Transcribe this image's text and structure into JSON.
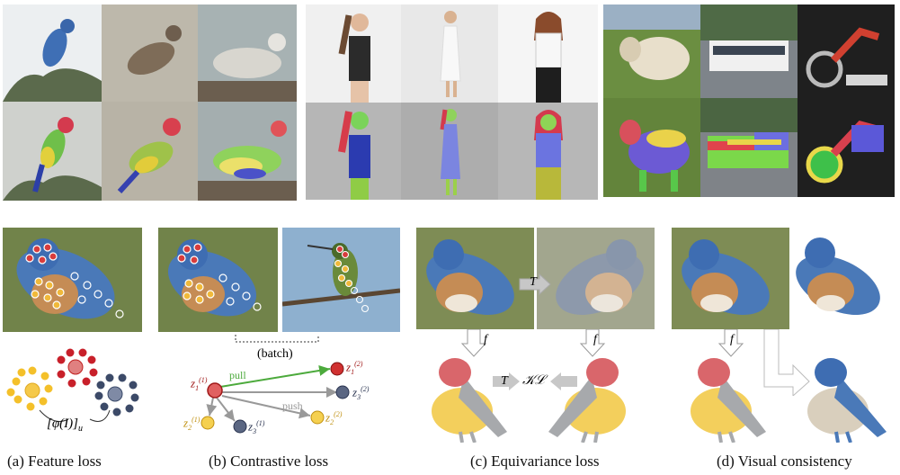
{
  "captions": {
    "a": "(a) Feature loss",
    "b": "(b) Contrastive loss",
    "c": "(c) Equivariance loss",
    "d": "(d) Visual consistency"
  },
  "feature": {
    "phi": "[φ(I)]",
    "phi_sub": "u"
  },
  "contrastive": {
    "batch": "(batch)",
    "pull": "pull",
    "push": "push",
    "z1_1": "z",
    "z1_1_sub": "1",
    "z1_1_sup": "(1)",
    "z1_2_sub": "1",
    "z1_2_sup": "(2)",
    "z2_1_sub": "2",
    "z2_1_sup": "(1)",
    "z2_2_sub": "2",
    "z2_2_sup": "(2)",
    "z3_1_sub": "3",
    "z3_1_sup": "(1)",
    "z3_2_sub": "3",
    "z3_2_sup": "(2)"
  },
  "equivariance": {
    "T": "T",
    "f": "f",
    "KL": "𝒦ℒ"
  },
  "consistency": {
    "f": "f"
  },
  "colors": {
    "head": "#d9666b",
    "body": "#a7a9ac",
    "belly": "#f3cf5c",
    "accent": "#e9d9c0"
  }
}
